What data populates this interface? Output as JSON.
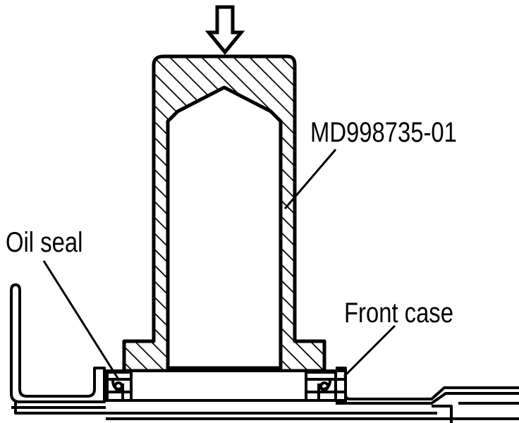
{
  "labels": {
    "tool": "MD998735-01",
    "oil_seal": "Oil seal",
    "front_case": "Front case"
  },
  "colors": {
    "ink": "#000000",
    "paper": "#ffffff"
  },
  "icons": {
    "press_direction": "down-arrow-icon"
  }
}
